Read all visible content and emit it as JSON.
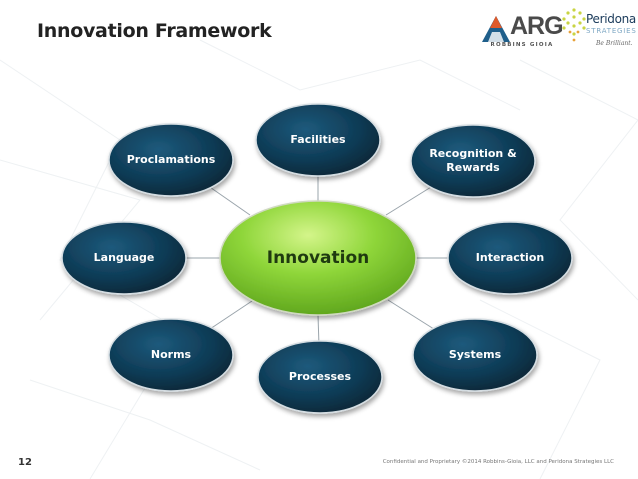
{
  "slide": {
    "title": "Innovation Framework",
    "page_number": "12",
    "footer": "Confidential and Proprietary ©2014 Robbins-Gioia, LLC and Peridona Strategies LLC"
  },
  "logos": {
    "arg": {
      "letters": "ARG",
      "subtitle": "ROBBINS GIOIA"
    },
    "peridona": {
      "name": "Peridona",
      "strategies": "STRATEGIES",
      "tagline": "Be Brilliant."
    }
  },
  "diagram": {
    "center": "Innovation",
    "nodes": [
      {
        "id": "facilities",
        "label": "Facilities"
      },
      {
        "id": "recognition-rewards",
        "label": "Recognition &\nRewards"
      },
      {
        "id": "interaction",
        "label": "Interaction"
      },
      {
        "id": "systems",
        "label": "Systems"
      },
      {
        "id": "processes",
        "label": "Processes"
      },
      {
        "id": "norms",
        "label": "Norms"
      },
      {
        "id": "language",
        "label": "Language"
      },
      {
        "id": "proclamations",
        "label": "Proclamations"
      }
    ]
  },
  "colors": {
    "node_fill": "#0e3a54",
    "center_fill": "#8fd63a",
    "connector": "#9aa4ab"
  }
}
